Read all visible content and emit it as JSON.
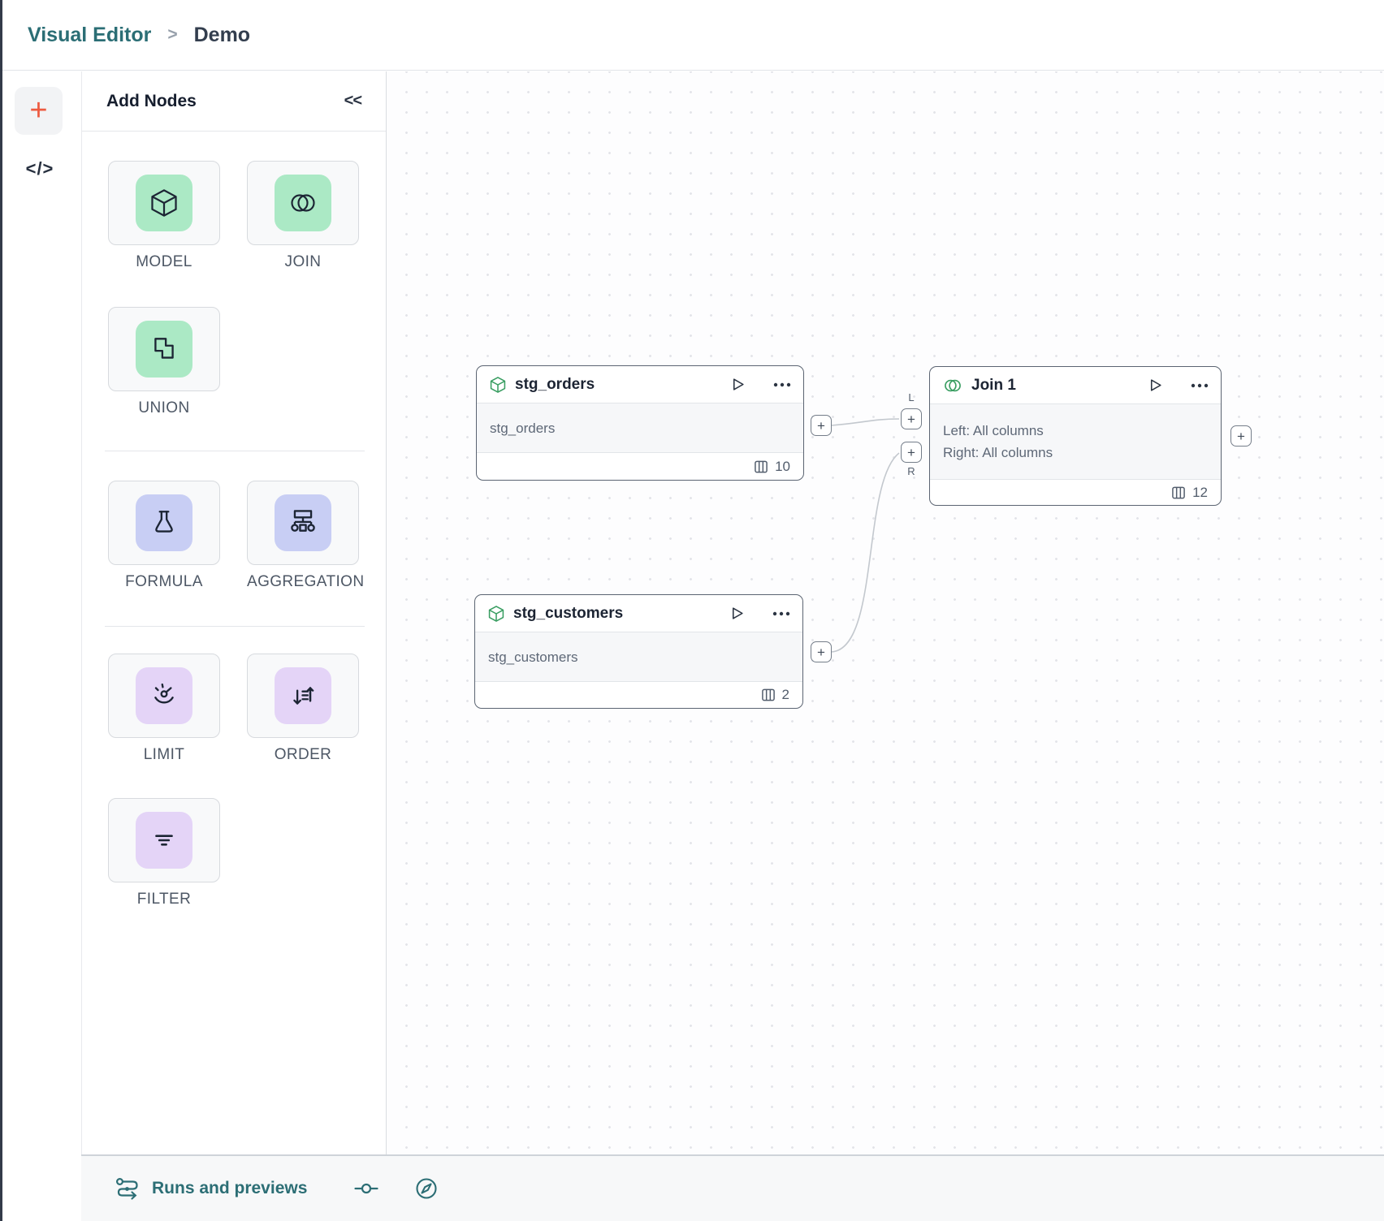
{
  "breadcrumb": {
    "app_title": "Visual Editor",
    "separator": ">",
    "page_title": "Demo"
  },
  "left_rail": {
    "add_button": "+",
    "code_button": "</>"
  },
  "palette": {
    "title": "Add Nodes",
    "collapse_button": "<<",
    "items": [
      {
        "label": "MODEL"
      },
      {
        "label": "JOIN"
      },
      {
        "label": "UNION"
      },
      {
        "label": "FORMULA"
      },
      {
        "label": "AGGREGATION"
      },
      {
        "label": "LIMIT"
      },
      {
        "label": "ORDER"
      },
      {
        "label": "FILTER"
      }
    ]
  },
  "canvas": {
    "nodes": [
      {
        "title": "stg_orders",
        "body_rows": [
          "stg_orders"
        ],
        "column_count": "10"
      },
      {
        "title": "stg_customers",
        "body_rows": [
          "stg_customers"
        ],
        "column_count": "2"
      },
      {
        "title": "Join 1",
        "body_rows": [
          "Left: All columns",
          "Right: All columns"
        ],
        "column_count": "12"
      }
    ],
    "ports": {
      "plus": "+",
      "left_label": "L",
      "right_label": "R"
    }
  },
  "bottom_bar": {
    "runs_label": "Runs and previews"
  },
  "colors": {
    "accent_teal": "#2c6e75",
    "accent_orange": "#ed5b41",
    "node_green": "#abe9c5",
    "node_blue": "#c8cef4",
    "node_purple": "#e4d4f7",
    "icon_green_stroke": "#3a9e62"
  }
}
